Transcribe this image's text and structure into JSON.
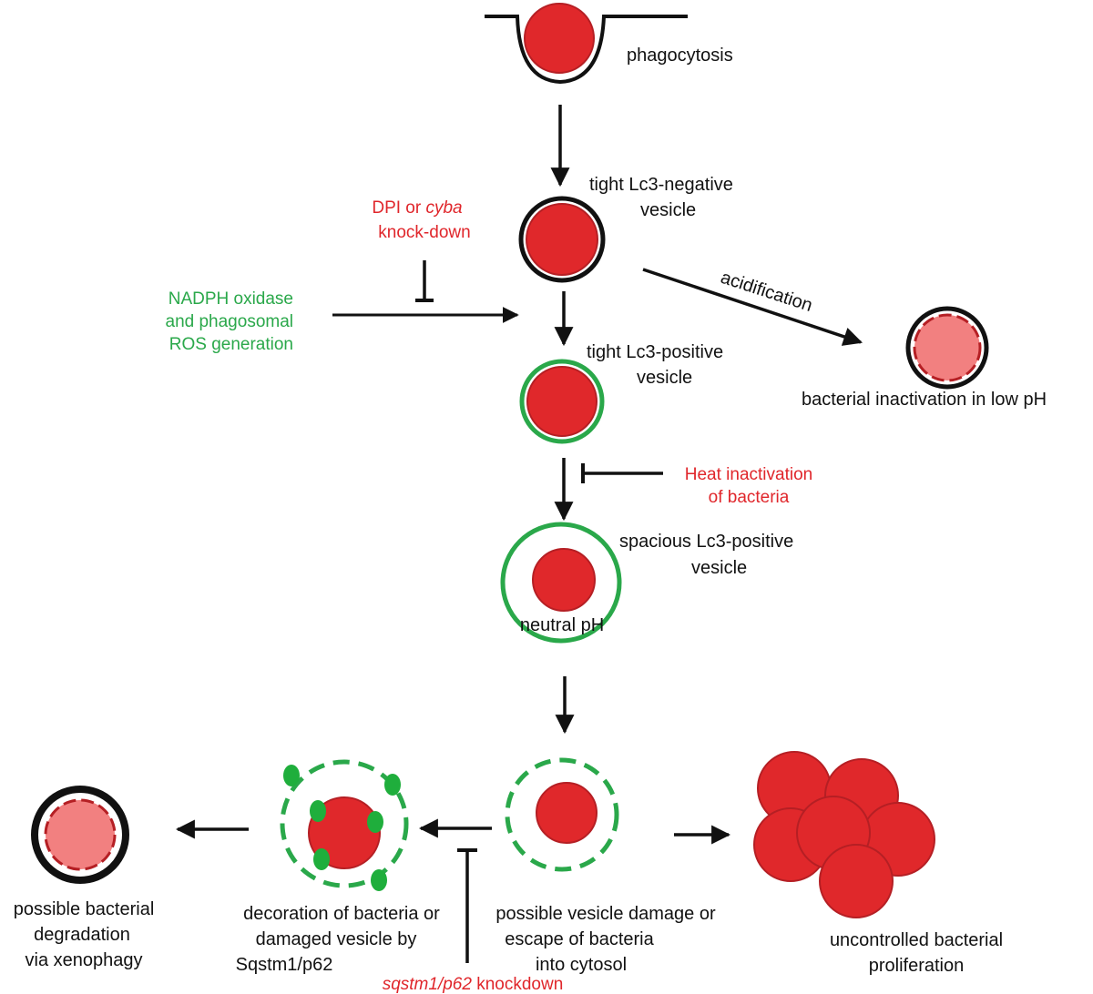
{
  "colors": {
    "bacterium": "#e0282b",
    "bacterium_outline": "#b51f24",
    "bacterium_faded": "#f28080",
    "lc3_membrane": "#2aa84a",
    "p62_dots": "#1fae3c",
    "membrane_black": "#111111",
    "inhibitor_text_red": "#e0262b",
    "promoter_text_green": "#2aa84a"
  },
  "labels": {
    "phagocytosis": "phagocytosis",
    "tight_neg_1": "tight Lc3-negative",
    "tight_neg_2": "vesicle",
    "tight_pos_1": "tight Lc3-positive",
    "tight_pos_2": "vesicle",
    "spacious_1": "spacious Lc3-positive",
    "spacious_2": "vesicle",
    "neutral_ph": "neutral pH",
    "acidification": "acidification",
    "low_ph": "bacterial inactivation in low pH",
    "dpi_pre": "DPI or ",
    "dpi_italic": "cyba",
    "dpi_2": "knock-down",
    "nadph_1": "NADPH oxidase",
    "nadph_2": "and phagosomal",
    "nadph_3": "ROS generation",
    "heat_1": "Heat inactivation",
    "heat_2": "of bacteria",
    "damage_1": "possible vesicle damage or",
    "damage_2": "escape of bacteria",
    "damage_3": "into cytosol",
    "decor_1": "decoration of bacteria or",
    "decor_2": "damaged vesicle by",
    "decor_3": "Sqstm1/p62",
    "degrad_1": "possible bacterial",
    "degrad_2": "degradation",
    "degrad_3": "via xenophagy",
    "prolif_1": "uncontrolled bacterial",
    "prolif_2": "proliferation",
    "p62kd_italic": "sqstm1/p62",
    "p62kd_rest": " knockdown"
  }
}
